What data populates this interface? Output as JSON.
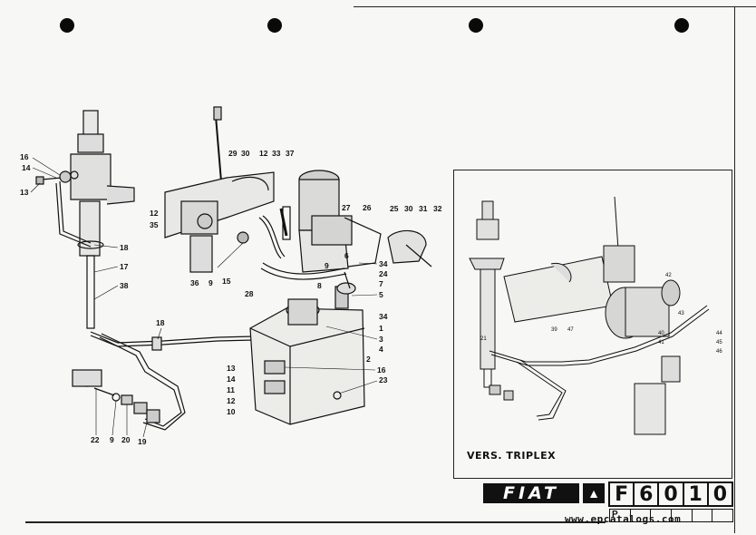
{
  "inset_label": "VERS. TRIPLEX",
  "brand": "FIAT",
  "code_cells": [
    "F",
    "6",
    "0",
    "1",
    "0"
  ],
  "sub_cells": [
    "P",
    "",
    "",
    "",
    "",
    ""
  ],
  "watermark": "www.epcatalogs.com",
  "main_labels": [
    "16",
    "14",
    "13",
    "18",
    "17",
    "38",
    "18",
    "29",
    "30",
    "12",
    "33",
    "37",
    "12",
    "35",
    "36",
    "9",
    "15",
    "27",
    "26",
    "25",
    "30",
    "31",
    "32",
    "34",
    "24",
    "7",
    "5",
    "28",
    "8",
    "9",
    "6",
    "34",
    "1",
    "3",
    "4",
    "2",
    "16",
    "13",
    "14",
    "11",
    "12",
    "10",
    "23",
    "22",
    "9",
    "20",
    "19"
  ],
  "inset_labels": [
    "39",
    "47",
    "21",
    "42",
    "43",
    "40",
    "41",
    "44",
    "45",
    "46"
  ]
}
